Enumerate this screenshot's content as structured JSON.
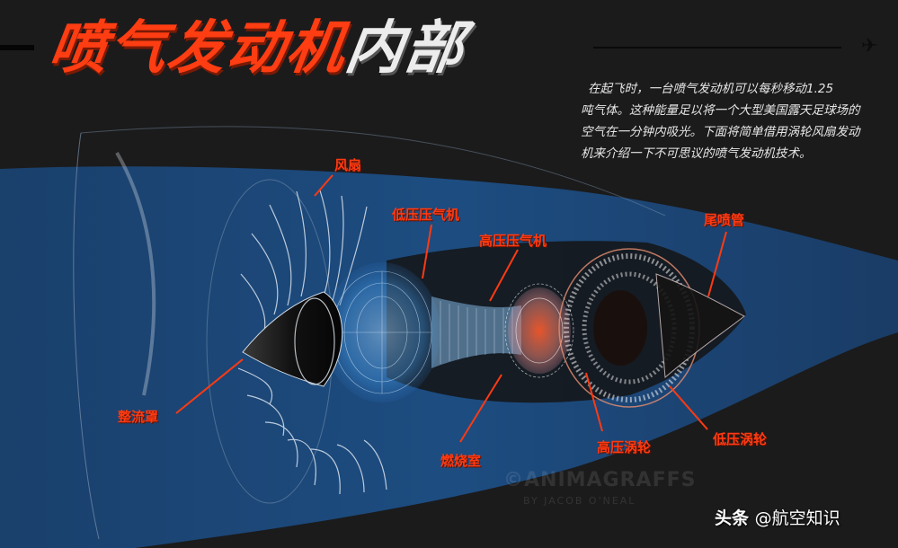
{
  "header": {
    "title_red": "喷气发动机",
    "title_white": "内部",
    "plane_icon": "airplane-icon"
  },
  "intro": {
    "lines": [
      "在起飞时，一台喷气发动机可以每秒移动1.25",
      "吨气体。这种能量足以将一个大型美国露天足球场的",
      "空气在一分钟内吸光。下面将简单借用涡轮风扇发动",
      "机来介绍一下不可思议的喷气发动机技术。"
    ]
  },
  "labels": {
    "fan": "风扇",
    "lp_compressor": "低压压气机",
    "hp_compressor": "高压压气机",
    "nozzle": "尾喷管",
    "spinner": "整流罩",
    "combustor": "燃烧室",
    "hp_turbine": "高压涡轮",
    "lp_turbine": "低压涡轮"
  },
  "watermark": {
    "brand": "©ANIMAGRAFFS",
    "author": "BY JACOB O'NEAL"
  },
  "credit": {
    "platform": "头条",
    "account": "@航空知识"
  },
  "colors": {
    "background": "#1b1b1c",
    "label_red": "#ff3a12",
    "title_red": "#ff3d12",
    "airflow_blue": "#1d4f86",
    "lp_blue": "#4aa0e0",
    "turbine_orange": "#e8704a"
  }
}
